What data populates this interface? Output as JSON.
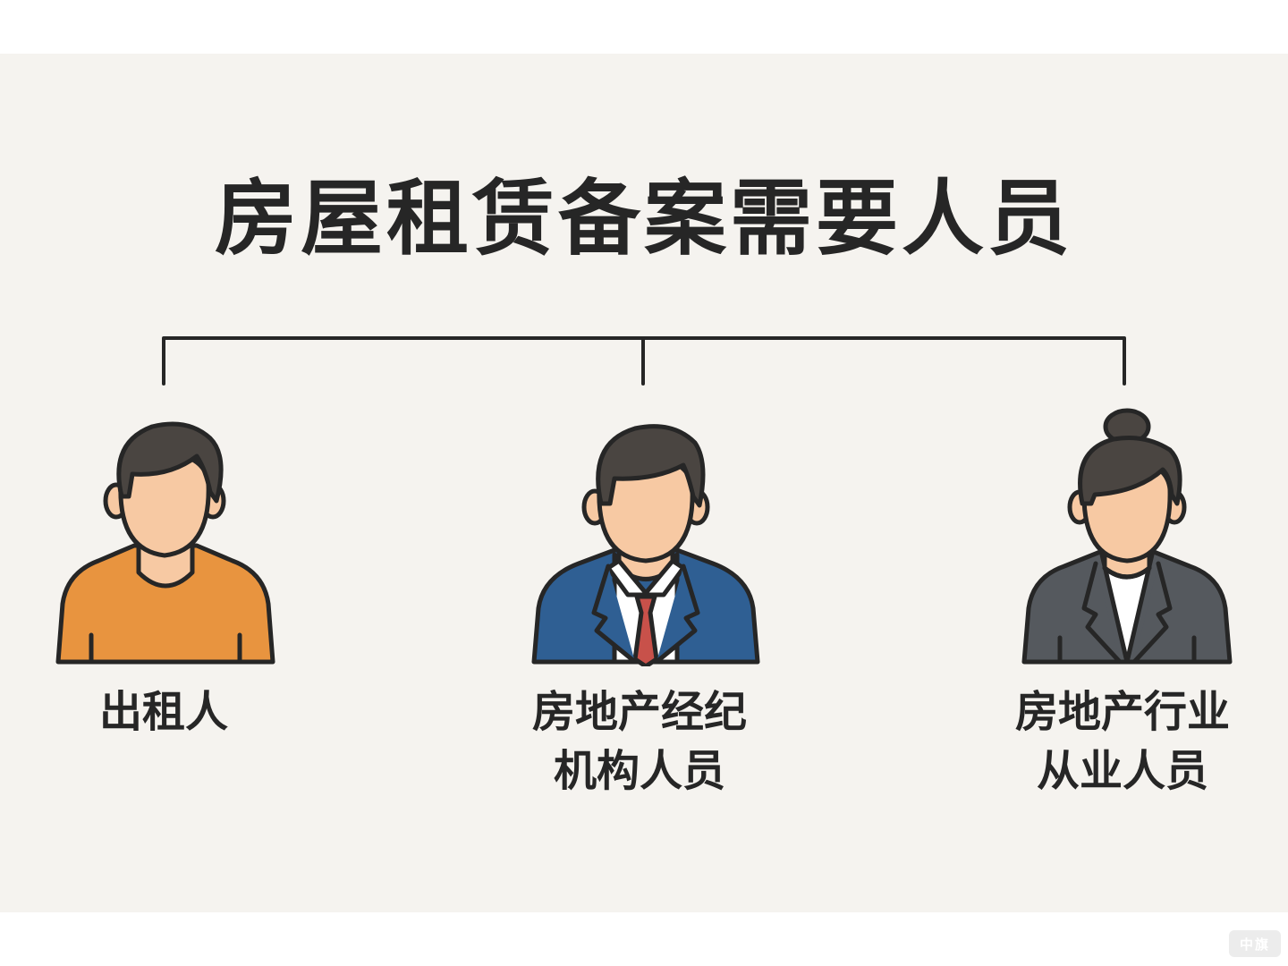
{
  "title": "房屋租赁备案需要人员",
  "colors": {
    "background": "#f5f3ef",
    "text": "#262626",
    "outline": "#262626",
    "skin": "#f7c9a3",
    "hair": "#4a4541",
    "shirt_orange": "#e8943f",
    "suit_blue": "#2f5f93",
    "tie_red": "#c8514a",
    "suit_gray": "#55595e",
    "white": "#ffffff"
  },
  "nodes": [
    {
      "id": "landlord",
      "icon": "man-tshirt-icon",
      "label_lines": [
        "出租人"
      ]
    },
    {
      "id": "agency-staff",
      "icon": "man-suit-tie-icon",
      "label_lines": [
        "房地产经纪",
        "机构人员"
      ]
    },
    {
      "id": "industry-staff",
      "icon": "woman-blazer-icon",
      "label_lines": [
        "房地产行业",
        "从业人员"
      ]
    }
  ],
  "watermark": "中旗"
}
